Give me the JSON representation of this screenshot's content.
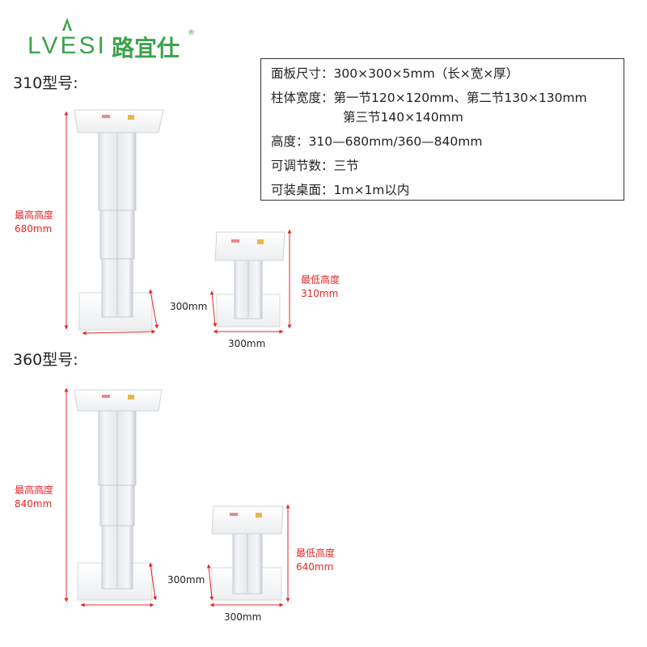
{
  "brand": {
    "latin": "LVESI",
    "chinese": "路宜仕",
    "registered": "®"
  },
  "models": [
    {
      "label": "310型号:",
      "max_height_label": "最高高度",
      "max_height_value": "680mm",
      "min_height_label": "最低高度",
      "min_height_value": "310mm",
      "base_depth": "300mm",
      "base_width": "300mm"
    },
    {
      "label": "360型号:",
      "max_height_label": "最高高度",
      "max_height_value": "840mm",
      "min_height_label": "最低高度",
      "min_height_value": "640mm",
      "base_depth": "300mm",
      "base_width": "300mm"
    }
  ],
  "specs": {
    "panel_size": "面板尺寸：300×300×5mm（长×宽×厚）",
    "column_width_line1": "柱体宽度：第一节120×120mm、第二节130×130mm",
    "column_width_line2": "第三节140×140mm",
    "height": "高度：310—680mm/360—840mm",
    "sections": "可调节数：三节",
    "desk": "可装桌面：1m×1m以内"
  },
  "colors": {
    "brand_green": "#3aa44a",
    "dimension_red": "#e4282b"
  }
}
